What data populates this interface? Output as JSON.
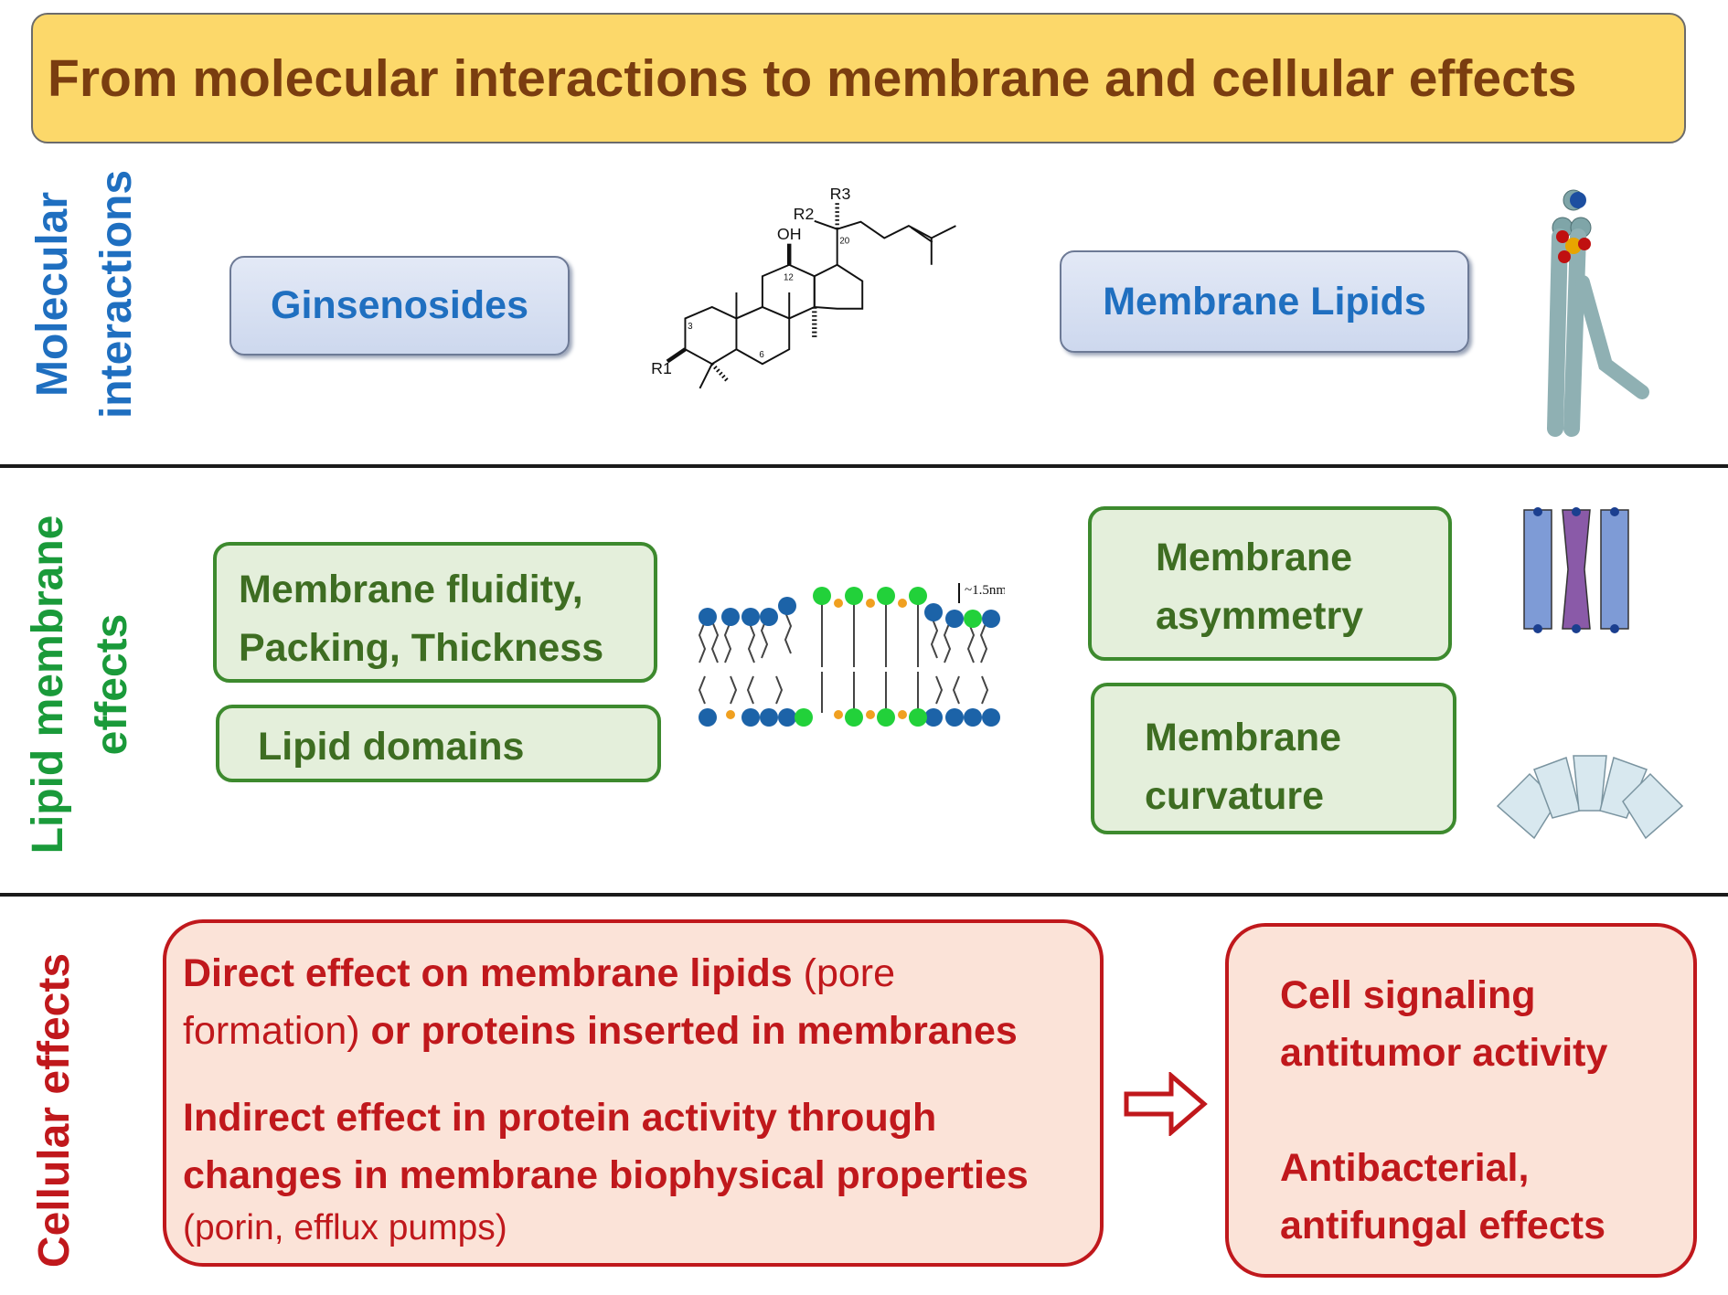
{
  "title": "From molecular interactions to membrane and cellular effects",
  "rows": {
    "molecular": {
      "label_line1": "Molecular",
      "label_line2": "interactions",
      "box_left": "Ginsenosides",
      "box_right": "Membrane Lipids",
      "molecule_labels": {
        "r1": "R1",
        "r2": "R2",
        "r3": "R3",
        "oh": "OH",
        "c3": "3",
        "c6": "6",
        "c12": "12",
        "c20": "20"
      }
    },
    "lipid": {
      "label_line1": "Lipid membrane",
      "label_line2": "effects",
      "box1_line1": "Membrane fluidity,",
      "box1_line2": "Packing, Thickness",
      "box2": "Lipid domains",
      "box3_line1": "Membrane",
      "box3_line2": "asymmetry",
      "box4_line1": "Membrane",
      "box4_line2": "curvature",
      "bilayer_scale": "~1.5nm"
    },
    "cellular": {
      "label": "Cellular effects",
      "left_p1_bold1": "Direct effect on membrane lipids",
      "left_p1_norm1": " (pore",
      "left_p1_norm2": "formation)",
      "left_p1_bold2": " or proteins inserted in membranes",
      "left_p2_line1": "Indirect effect in protein activity through",
      "left_p2_line2": "changes in membrane biophysical properties",
      "left_p2_line3": "(porin, efflux pumps)",
      "right_line1": "Cell signaling",
      "right_line2": "antitumor activity",
      "right_line3": "Antibacterial,",
      "right_line4": "antifungal effects"
    }
  },
  "colors": {
    "blue": "#1f6fc0",
    "green": "#1a9a3a",
    "red": "#c0181c",
    "banner": "#fcd86a"
  }
}
